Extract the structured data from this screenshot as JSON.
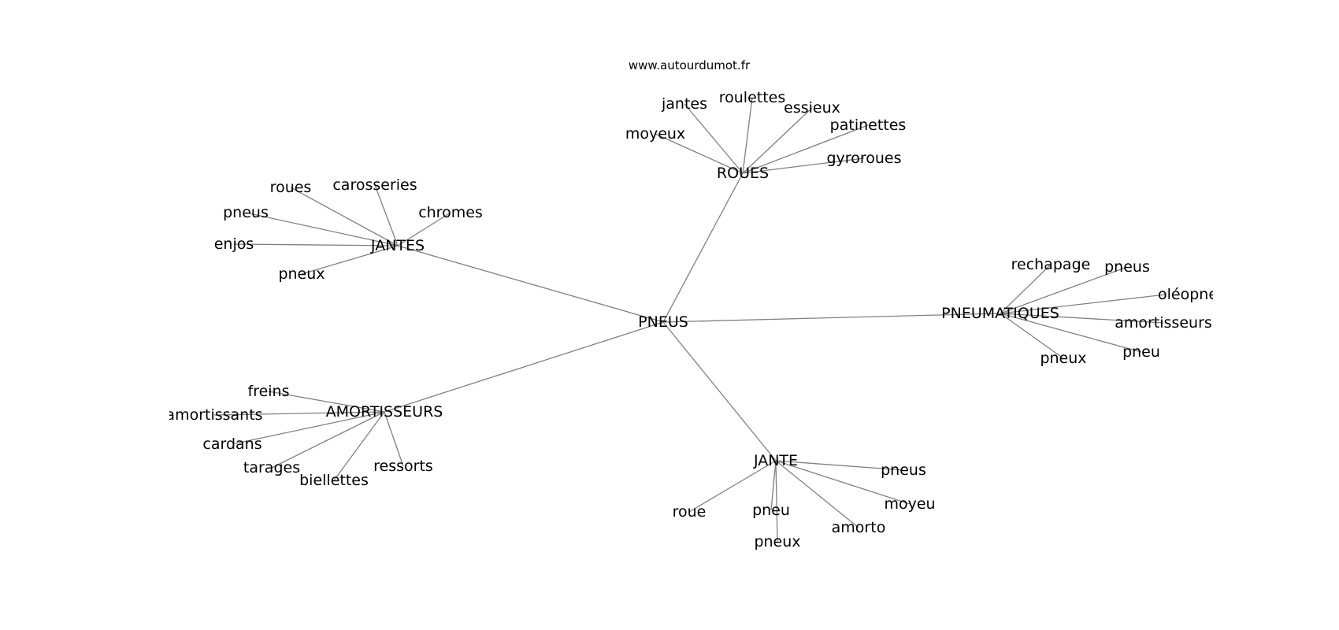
{
  "source": "www.autourdumot.fr",
  "center": {
    "id": "pneus",
    "label": "PNEUS"
  },
  "groups": [
    {
      "id": "roues",
      "label": "ROUES",
      "leaves": [
        {
          "id": "moyeux",
          "label": "moyeux"
        },
        {
          "id": "jantes",
          "label": "jantes"
        },
        {
          "id": "roulettes",
          "label": "roulettes"
        },
        {
          "id": "essieux",
          "label": "essieux"
        },
        {
          "id": "patinettes",
          "label": "patinettes"
        },
        {
          "id": "gyroroues",
          "label": "gyroroues"
        }
      ]
    },
    {
      "id": "jantes",
      "label": "JANTES",
      "leaves": [
        {
          "id": "roues",
          "label": "roues"
        },
        {
          "id": "carosseries",
          "label": "carosseries"
        },
        {
          "id": "chromes",
          "label": "chromes"
        },
        {
          "id": "pneus",
          "label": "pneus"
        },
        {
          "id": "enjos",
          "label": "enjos"
        },
        {
          "id": "pneux",
          "label": "pneux"
        }
      ]
    },
    {
      "id": "pneumatiques",
      "label": "PNEUMATIQUES",
      "leaves": [
        {
          "id": "rechapage",
          "label": "rechapage"
        },
        {
          "id": "pneus",
          "label": "pneus"
        },
        {
          "id": "oleopneumatique",
          "label": "oléopneumatique"
        },
        {
          "id": "amortisseurs",
          "label": "amortisseurs"
        },
        {
          "id": "pneu",
          "label": "pneu"
        },
        {
          "id": "pneux",
          "label": "pneux"
        }
      ]
    },
    {
      "id": "amortisseurs",
      "label": "AMORTISSEURS",
      "leaves": [
        {
          "id": "freins",
          "label": "freins"
        },
        {
          "id": "amortissants",
          "label": "amortissants"
        },
        {
          "id": "cardans",
          "label": "cardans"
        },
        {
          "id": "tarages",
          "label": "tarages"
        },
        {
          "id": "biellettes",
          "label": "biellettes"
        },
        {
          "id": "ressorts",
          "label": "ressorts"
        }
      ]
    },
    {
      "id": "jante",
      "label": "JANTE",
      "leaves": [
        {
          "id": "pneus",
          "label": "pneus"
        },
        {
          "id": "moyeu",
          "label": "moyeu"
        },
        {
          "id": "amorto",
          "label": "amorto"
        },
        {
          "id": "pneux",
          "label": "pneux"
        },
        {
          "id": "pneu",
          "label": "pneu"
        },
        {
          "id": "roue",
          "label": "roue"
        }
      ]
    }
  ]
}
